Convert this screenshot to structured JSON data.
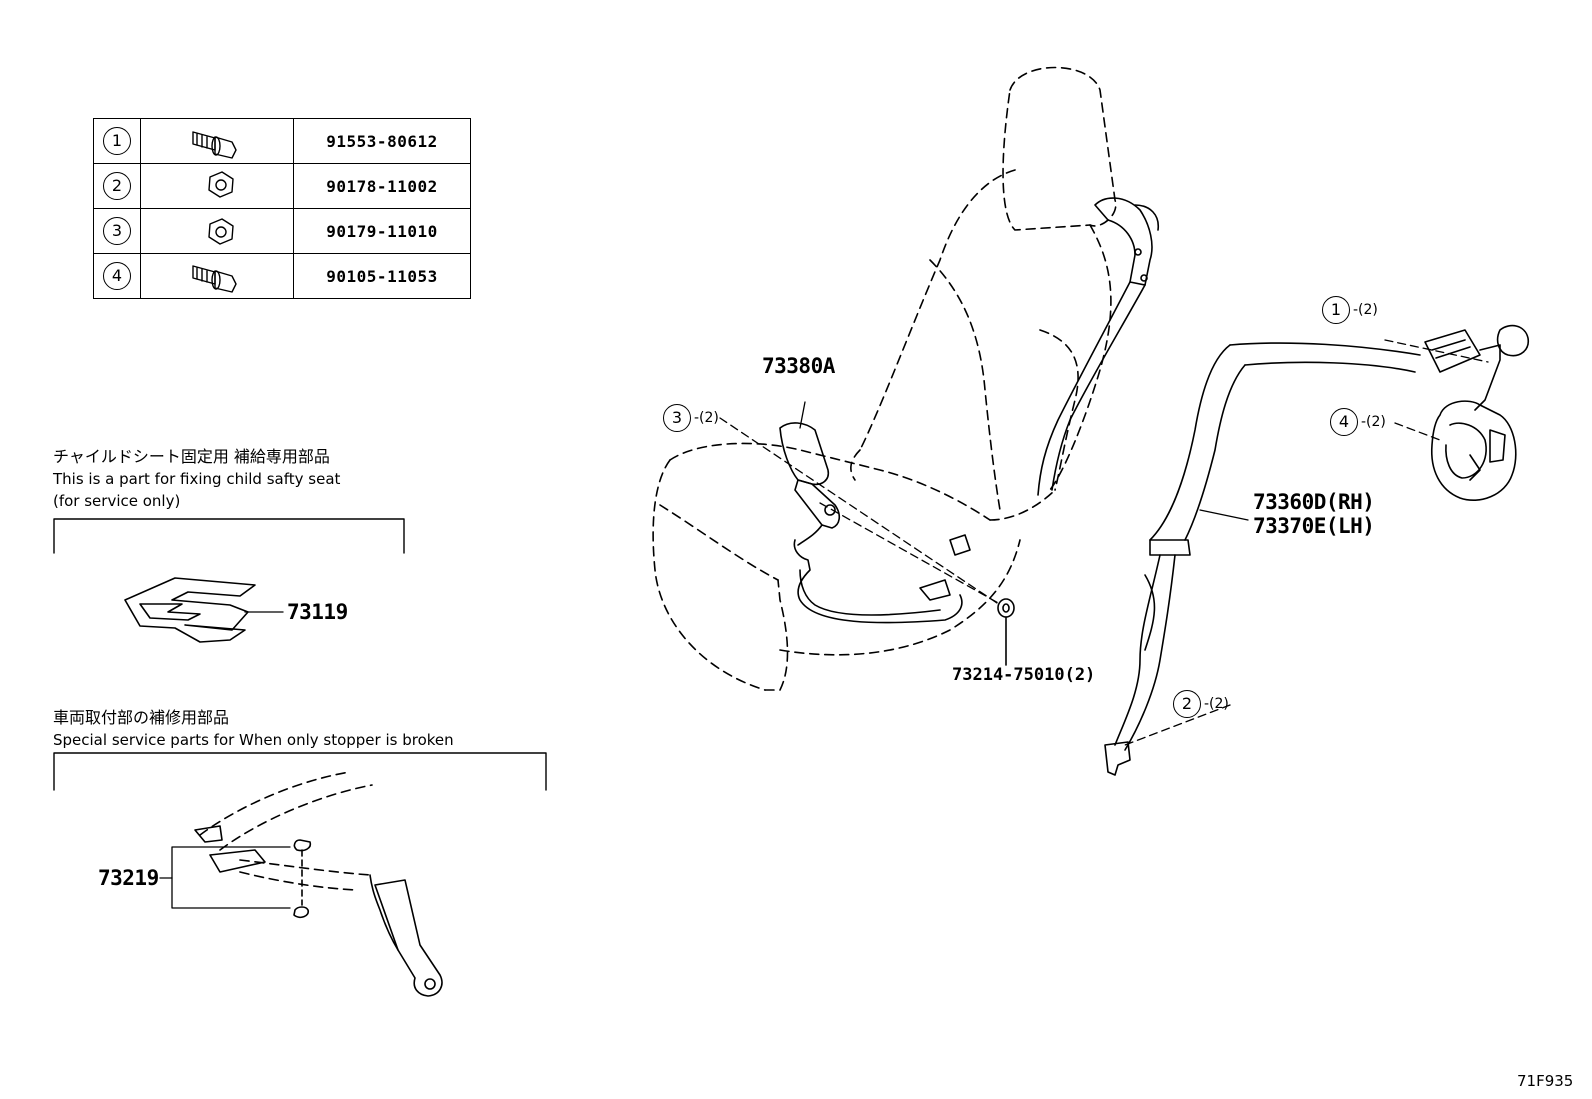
{
  "fastener_table": [
    {
      "ref": "1",
      "icon": "bolt-washer-icon",
      "part": "91553-80612"
    },
    {
      "ref": "2",
      "icon": "hex-nut-icon",
      "part": "90178-11002"
    },
    {
      "ref": "3",
      "icon": "hex-nut-icon",
      "part": "90179-11010"
    },
    {
      "ref": "4",
      "icon": "bolt-washer-icon",
      "part": "90105-11053"
    }
  ],
  "child_seat_note": {
    "jp": "チャイルドシート固定用 補給専用部品",
    "en1": "This is a part for fixing child safty seat",
    "en2": "(for service only)",
    "part": "73119"
  },
  "stopper_note": {
    "jp": "車両取付部の補修用部品",
    "en": "Special service parts for When only stopper is broken",
    "part": "73219"
  },
  "callouts": {
    "buckle": "73380A",
    "washer": "73214-75010(2)",
    "belt_rh": "73360D(RH)",
    "belt_lh": "73370E(LH)",
    "ref1": "1",
    "ref1_qty": "-(2)",
    "ref2": "2",
    "ref2_qty": "-(2)",
    "ref3": "3",
    "ref3_qty": "-(2)",
    "ref4": "4",
    "ref4_qty": "-(2)"
  },
  "figure_id": "71F935"
}
